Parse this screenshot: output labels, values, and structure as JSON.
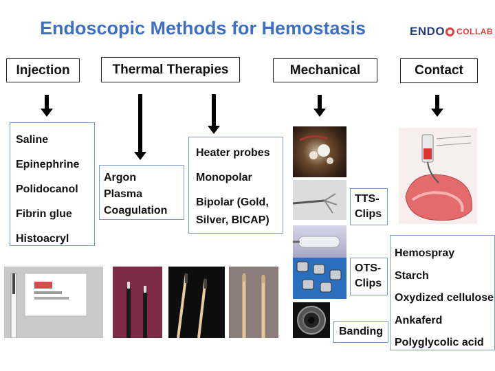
{
  "title": "Endoscopic Methods for Hemostasis",
  "logo": {
    "endo": "ENDO",
    "collab": "COLLAB"
  },
  "categories": {
    "injection": "Injection",
    "thermal": "Thermal Therapies",
    "mechanical": "Mechanical",
    "contact": "Contact"
  },
  "injection_agents": [
    "Saline",
    "Epinephrine",
    "Polidocanol",
    "Fibrin glue",
    "Histoacryl"
  ],
  "argon": [
    "Argon",
    "Plasma",
    "Coagulation"
  ],
  "thermal_probes": [
    "Heater probes",
    "Monopolar",
    "Bipolar (Gold,",
    "Silver, BICAP)"
  ],
  "mechanical_labels": {
    "tts_1": "TTS-",
    "tts_2": "Clips",
    "ots_1": "OTS-",
    "ots_2": "Clips",
    "banding": "Banding"
  },
  "contact_agents": [
    "Hemospray",
    "Starch",
    "Oxydized cellulose",
    "Ankaferd",
    "Polyglycolic acid"
  ],
  "icons": [
    "injection-needle-photo",
    "apc-catheter-photo",
    "heater-probe-photo",
    "bleeding-vessel-photo",
    "tts-clip-photo",
    "ots-clip-photo",
    "banding-photo",
    "hemospray-diagram"
  ],
  "colors": {
    "title": "#3f6fc0",
    "box_border": "#7a9cc8",
    "logo_dark": "#27417a",
    "logo_red": "#e8383d"
  }
}
